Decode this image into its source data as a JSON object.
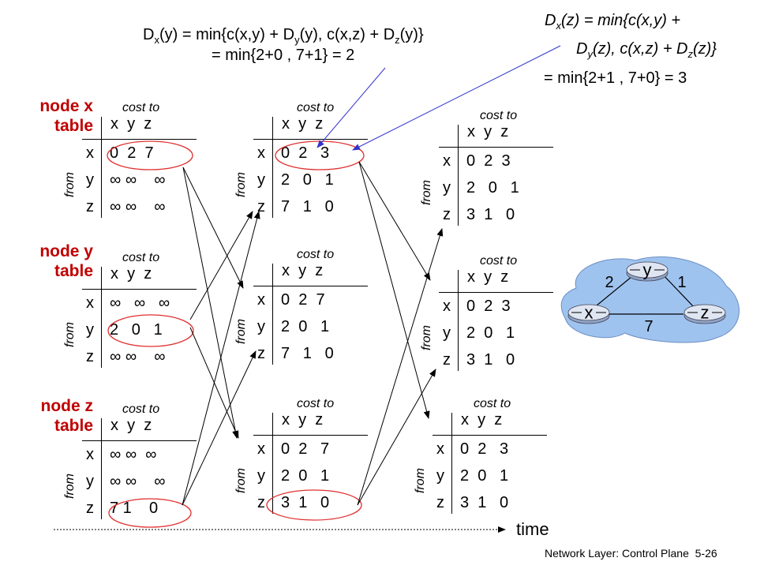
{
  "equations": {
    "left": {
      "line1": [
        "D",
        "x",
        "(y) = min{c(x,y) + D",
        "y",
        "(y), c(x,z) + D",
        "z",
        "(y)}"
      ],
      "line2": "= min{2+0 , 7+1} = 2"
    },
    "right": {
      "line1": [
        "D",
        "x",
        "(z) = min{c(x,y) +"
      ],
      "line2": [
        "D",
        "y",
        "(z), c(x,z) + D",
        "z",
        "(z)}"
      ],
      "line3": "= min{2+1 , 7+0} = 3"
    }
  },
  "row_labels": [
    "node x table",
    "node y table",
    "node z table"
  ],
  "row_label_lines": [
    [
      "node x",
      "table"
    ],
    [
      "node y",
      "table"
    ],
    [
      "node z",
      "table"
    ]
  ],
  "cost_to": "cost to",
  "from": "from",
  "header": "x  y  z",
  "tables": [
    [
      {
        "rows": [
          [
            "x",
            "0  2  7"
          ],
          [
            "y",
            "∞ ∞    ∞"
          ],
          [
            "z",
            "∞ ∞    ∞"
          ]
        ]
      },
      {
        "rows": [
          [
            "x",
            "0  2   3"
          ],
          [
            "y",
            "2   0   1"
          ],
          [
            "z",
            "7   1   0"
          ]
        ]
      },
      {
        "rows": [
          [
            "x",
            "0  2  3"
          ],
          [
            "y",
            "2   0   1"
          ],
          [
            "z",
            "3  1   0"
          ]
        ]
      }
    ],
    [
      {
        "rows": [
          [
            "x",
            "∞   ∞   ∞"
          ],
          [
            "y",
            "2   0   1"
          ],
          [
            "z",
            "∞ ∞    ∞"
          ]
        ]
      },
      {
        "rows": [
          [
            "x",
            "0  2  7"
          ],
          [
            "y",
            "2  0   1"
          ],
          [
            "z",
            "7   1   0"
          ]
        ]
      },
      {
        "rows": [
          [
            "x",
            "0  2  3"
          ],
          [
            "y",
            "2  0   1"
          ],
          [
            "z",
            "3  1   0"
          ]
        ]
      }
    ],
    [
      {
        "rows": [
          [
            "x",
            "∞ ∞  ∞"
          ],
          [
            "y",
            "∞ ∞    ∞"
          ],
          [
            "z",
            "7 1    0"
          ]
        ]
      },
      {
        "rows": [
          [
            "x",
            "0  2   7"
          ],
          [
            "y",
            "2  0   1"
          ],
          [
            "z",
            "3  1   0"
          ]
        ]
      },
      {
        "rows": [
          [
            "x",
            "0  2   3"
          ],
          [
            "y",
            "2  0   1"
          ],
          [
            "z",
            "3  1   0"
          ]
        ]
      }
    ]
  ],
  "graph": {
    "nodes": [
      "x",
      "y",
      "z"
    ],
    "edges": [
      {
        "from": "x",
        "to": "y",
        "cost": "2"
      },
      {
        "from": "y",
        "to": "z",
        "cost": "1"
      },
      {
        "from": "x",
        "to": "z",
        "cost": "7"
      }
    ],
    "cloud_color": "#9fc3ef",
    "node_color": "#dfe6f2"
  },
  "axis_label": "time",
  "footer": "Network Layer: Control Plane  5-26",
  "colors": {
    "highlight": "#e03030",
    "equation_arrow": "#3333cc",
    "node_label": "#c00000"
  }
}
